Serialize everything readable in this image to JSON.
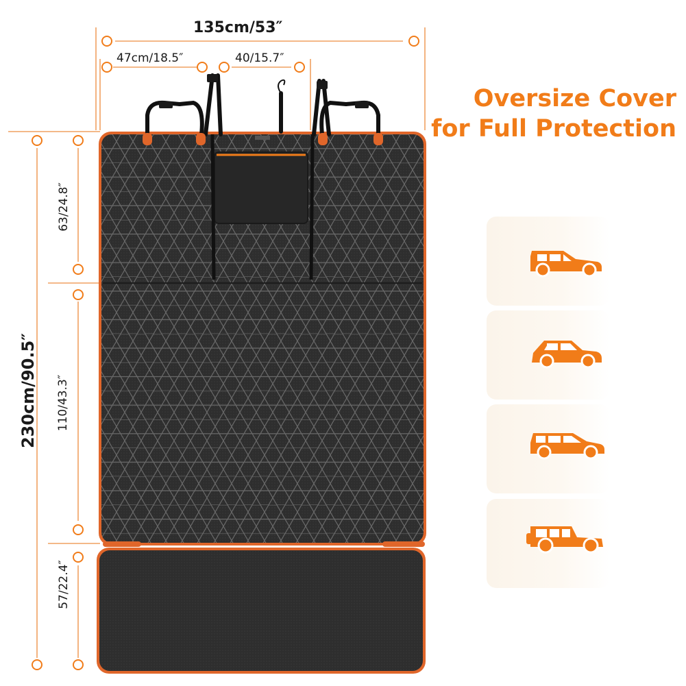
{
  "dimensions": {
    "total_width": "135cm/53″",
    "left_width": "47cm/18.5″",
    "mid_width": "40/15.7″",
    "total_height": "230cm/90.5″",
    "back_upper": "63/24.8″",
    "back_lower": "110/43.3″",
    "seat_length": "57/22.4″"
  },
  "headline": {
    "line1": "Oversize Cover",
    "line2": "for Full Protection"
  },
  "colors": {
    "accent": "#f17c19",
    "cover": "#2b2b2b",
    "trim": "#e0662a",
    "card_bg": "#fbf4ea"
  },
  "vehicle_icons": [
    "suv-icon",
    "sedan-icon",
    "wagon-icon",
    "jeep-icon"
  ]
}
